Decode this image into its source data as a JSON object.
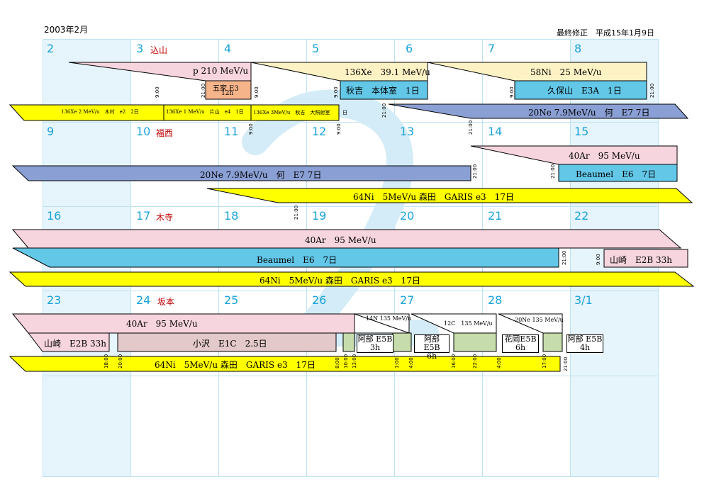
{
  "header": {
    "month": "2003年2月",
    "revision": "最終修正　平成15年1月9日"
  },
  "days": {
    "d2": "2",
    "d3": "3",
    "d4": "4",
    "d5": "5",
    "d6": "6",
    "d7": "7",
    "d8": "8",
    "d9": "9",
    "d10": "10",
    "d11": "11",
    "d12": "12",
    "d13": "13",
    "d14": "14",
    "d15": "15",
    "d16": "16",
    "d17": "17",
    "d18": "18",
    "d19": "19",
    "d20": "20",
    "d21": "21",
    "d22": "22",
    "d23": "23",
    "d24": "24",
    "d25": "25",
    "d26": "26",
    "d27": "27",
    "d28": "28",
    "d31": "3/1"
  },
  "duty": {
    "w1": "込山",
    "w2": "福西",
    "w3": "木寺",
    "w4": "坂本"
  },
  "colors": {
    "pink": "#f7d5de",
    "yellow": "#ffff00",
    "cyan": "#63c7e8",
    "blue": "#8a9fd4",
    "cream": "#fdf2c4",
    "orange": "#f6b48b",
    "mauve": "#e3c9c9",
    "green": "#c6dcad"
  },
  "events": {
    "p210": "p  210 MeV/u",
    "xe136_top": "136Xe　39.1 MeV/u",
    "xe136_bottom": "秋吉　本体室　1日",
    "ni58_top": "58Ni　25 MeV/u",
    "ni58_bottom": "久保山　E3A　1日",
    "gokei": "五家 E3",
    "gokei_dur": "12h",
    "xe136_kimura": "136Xe 2 MeV/u　木村　e2　2日",
    "xe136_katayama": "136Xe 1 MeV/u　片山　e4　1日",
    "xe136_akiyoshi": "136Xe 3MeV/u　秋吉　大照射室",
    "ne20_w1": "20Ne  7.9MeV/u　何　E7  7日",
    "ne20_w2": "20Ne  7.9MeV/u　何　E7  7日",
    "ar40_w2": "40Ar　95 MeV/u",
    "beaumel_w2": "Beaumel　E6　7日",
    "ni64_w2": "64Ni　5MeV/u  森田　GARIS  e3　17日",
    "ar40_w3": "40Ar　95 MeV/u",
    "beaumel_w3": "Beaumel　E6　7日",
    "yamazaki_w3": "山崎　E2B  33h",
    "ni64_w3": "64Ni　5MeV/u  森田　GARIS  e3　17日",
    "ar40_w4": "40Ar　95 MeV/u",
    "yamazaki_w4": "山崎　E2B  33h",
    "ozawa": "小沢　E1C　2.5日",
    "n14": "14N 135 MeV/u",
    "c12": "12C　135 MeV/u",
    "ne20_135": "20Ne 135 MeV/u",
    "abe1": "阿部 E5B",
    "abe1_dur": "3h",
    "abe2": "阿部 E5B",
    "abe2_dur": "6h",
    "hanaoka": "花岡E5B",
    "hanaoka_dur": "6h",
    "abe3": "阿部 E5B",
    "abe3_dur": "4h",
    "ni64_w4": "64Ni　5MeV/u  森田　GARIS  e3　17日"
  },
  "times": {
    "t1": "9:00",
    "t2": "21:00",
    "t3": "9:00",
    "t4": "9:00",
    "t5": "9:00",
    "t6": "21:00",
    "t7": "日",
    "t8": "9:00",
    "t9": "9:00",
    "t10": "21:00",
    "t11": "21:00",
    "t12": "21:00",
    "t13": "21:00",
    "t14": "21:00",
    "t15": "9:00",
    "t16": "21:00",
    "t17": "18:00",
    "t18": "20:00",
    "t19": "8:00",
    "t20": "10:00",
    "t21": "13:00",
    "t22": "1:00",
    "t23": "4:00",
    "t24": "16:00",
    "t25": "22:00",
    "t26": "4:00",
    "t27": "17:00",
    "t28": "21:00"
  }
}
